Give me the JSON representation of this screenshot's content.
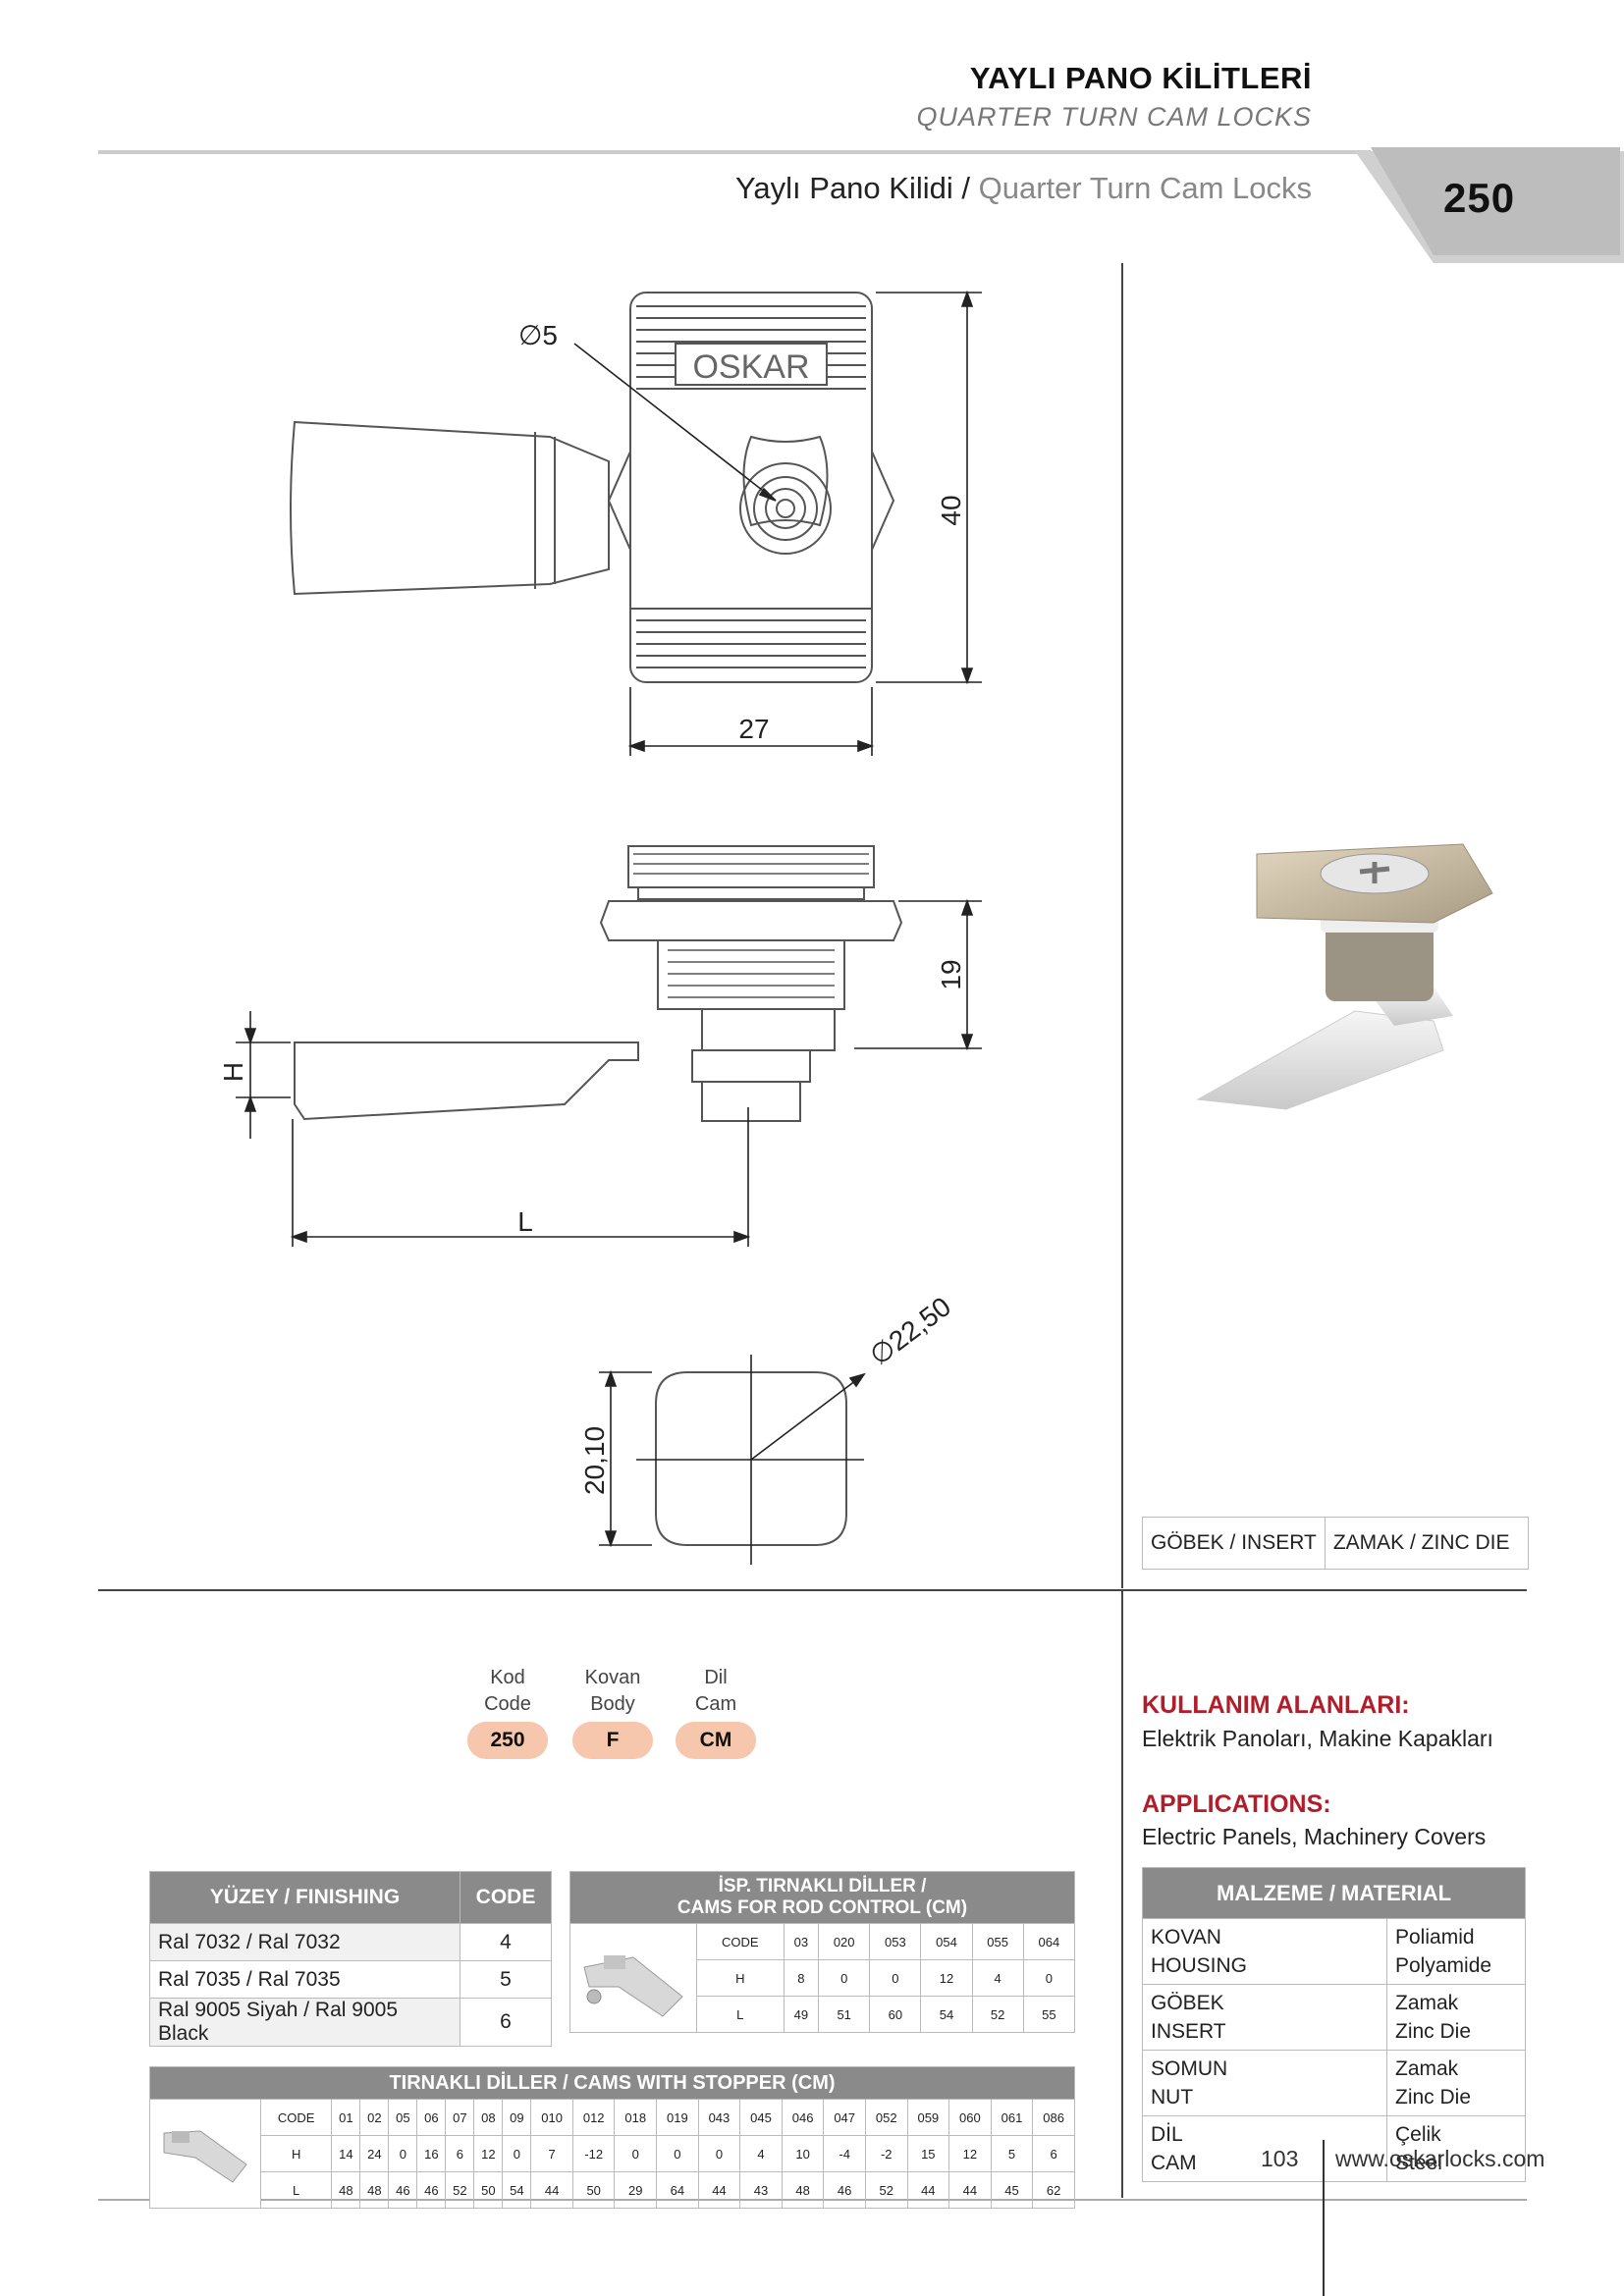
{
  "header": {
    "title_tr": "YAYLI PANO KİLİTLERİ",
    "title_en": "QUARTER TURN CAM LOCKS",
    "product_tr": "Yaylı Pano Kilidi /",
    "product_en": "Quarter Turn Cam Locks",
    "page_code": "250"
  },
  "drawing": {
    "brand": "OSKAR",
    "dims": {
      "d5": "∅5",
      "h40": "40",
      "w27": "27",
      "h19": "19",
      "H": "H",
      "L": "L",
      "d2250": "∅22,50",
      "h2010": "20,10"
    }
  },
  "insert": {
    "label": "GÖBEK / INSERT",
    "value": "ZAMAK / ZINC DIE"
  },
  "order": {
    "cols": [
      {
        "tr": "Kod",
        "en": "Code",
        "value": "250"
      },
      {
        "tr": "Kovan",
        "en": "Body",
        "value": "F"
      },
      {
        "tr": "Dil",
        "en": "Cam",
        "value": "CM"
      }
    ]
  },
  "usage": {
    "title_tr": "KULLANIM ALANLARI:",
    "text_tr": "Elektrik Panoları, Makine Kapakları",
    "title_en": "APPLICATIONS:",
    "text_en": "Electric Panels, Machinery Covers"
  },
  "material": {
    "header": "MALZEME / MATERIAL",
    "rows": [
      {
        "k1": "KOVAN",
        "k2": "HOUSING",
        "v1": "Poliamid",
        "v2": "Polyamide"
      },
      {
        "k1": "GÖBEK",
        "k2": "INSERT",
        "v1": "Zamak",
        "v2": "Zinc Die"
      },
      {
        "k1": "SOMUN",
        "k2": "NUT",
        "v1": "Zamak",
        "v2": "Zinc Die"
      },
      {
        "k1": "DİL",
        "k2": "CAM",
        "v1": "Çelik",
        "v2": "Steel"
      }
    ]
  },
  "finishing": {
    "header_name": "YÜZEY / FINISHING",
    "header_code": "CODE",
    "rows": [
      {
        "name": "Ral 7032 / Ral 7032",
        "code": "4"
      },
      {
        "name": "Ral 7035 / Ral 7035",
        "code": "5"
      },
      {
        "name": "Ral 9005 Siyah / Ral 9005 Black",
        "code": "6"
      }
    ]
  },
  "rod_cams": {
    "header1": "İSP. TIRNAKLI DİLLER /",
    "header2": "CAMS FOR ROD CONTROL (CM)",
    "code": [
      "CODE",
      "03",
      "020",
      "053",
      "054",
      "055",
      "064"
    ],
    "h": [
      "H",
      "8",
      "0",
      "0",
      "12",
      "4",
      "0"
    ],
    "l": [
      "L",
      "49",
      "51",
      "60",
      "54",
      "52",
      "55"
    ]
  },
  "stopper_cams": {
    "header": "TIRNAKLI DİLLER / CAMS WITH STOPPER (CM)",
    "code": [
      "CODE",
      "01",
      "02",
      "05",
      "06",
      "07",
      "08",
      "09",
      "010",
      "012",
      "018",
      "019",
      "043",
      "045",
      "046",
      "047",
      "052",
      "059",
      "060",
      "061",
      "086"
    ],
    "h": [
      "H",
      "14",
      "24",
      "0",
      "16",
      "6",
      "12",
      "0",
      "7",
      "-12",
      "0",
      "0",
      "0",
      "4",
      "10",
      "-4",
      "-2",
      "15",
      "12",
      "5",
      "6"
    ],
    "l": [
      "L",
      "48",
      "48",
      "46",
      "46",
      "52",
      "50",
      "54",
      "44",
      "50",
      "29",
      "64",
      "44",
      "43",
      "48",
      "46",
      "52",
      "44",
      "44",
      "45",
      "62"
    ]
  },
  "footer": {
    "page": "103",
    "web": "www.oskarlocks.com"
  }
}
